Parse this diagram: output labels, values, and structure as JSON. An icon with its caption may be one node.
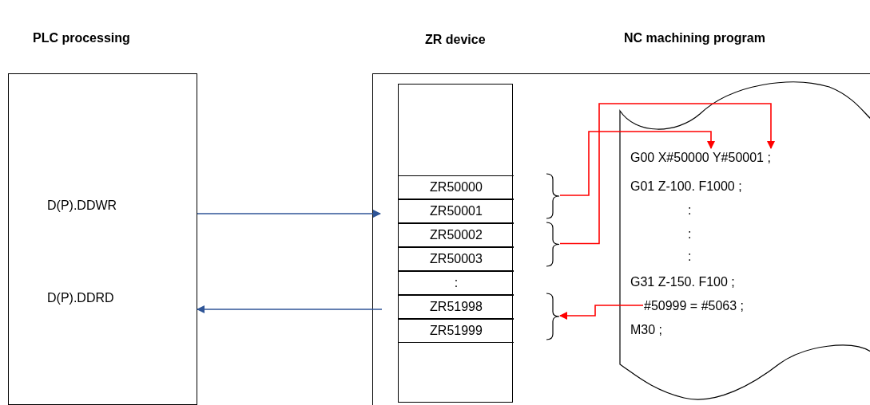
{
  "diagram": {
    "nodes": [
      {
        "text": [
          "PLC processing"
        ]
      },
      {
        "text": [
          "D(P).DDWR"
        ],
        "in": 0
      },
      {
        "text": [
          "D(P).DDRD"
        ],
        "in": 0
      },
      {
        "text": [],
        "shape": "box"
      },
      {
        "text": [
          "ZR device"
        ],
        "in": 3
      },
      {
        "text": [
          "ZR50000"
        ],
        "in": 4
      },
      {
        "text": [
          "ZR50001"
        ],
        "in": 4
      },
      {
        "text": [
          "ZR50002"
        ],
        "in": 4
      },
      {
        "text": [
          "ZR50003"
        ],
        "in": 4
      },
      {
        "text": [
          ":"
        ],
        "in": 4
      },
      {
        "text": [
          "ZR51998"
        ],
        "in": 4
      },
      {
        "text": [
          "ZR51999"
        ],
        "in": 4
      },
      {
        "text": [],
        "shape": "brace",
        "in": 3
      },
      {
        "text": [],
        "shape": "brace",
        "in": 3
      },
      {
        "text": [],
        "shape": "brace",
        "in": 3
      },
      {
        "text": [
          "NC machining program"
        ],
        "in": 3
      },
      {
        "text": [
          "G00 X#50000 Y#50001 ;"
        ],
        "in": 15
      },
      {
        "text": [
          "G01 Z-100. F1000 ;"
        ],
        "in": 15
      },
      {
        "text": [
          ":"
        ],
        "in": 15
      },
      {
        "text": [
          ":"
        ],
        "in": 15
      },
      {
        "text": [
          ":"
        ],
        "in": 15
      },
      {
        "text": [
          "G31 Z-150. F100 ;"
        ],
        "in": 15
      },
      {
        "text": [
          "#50999 = #5063 ;"
        ],
        "in": 15
      },
      {
        "text": [
          "M30 ;"
        ],
        "in": 15
      }
    ],
    "edges": [
      {
        "from": 0,
        "to": 3,
        "arrow": "to",
        "color": "#2f5597"
      },
      {
        "from": 3,
        "to": 0,
        "arrow": "to",
        "color": "#2f5597"
      },
      {
        "from": 12,
        "to": 16,
        "arrow": "to",
        "color": "#ff0000"
      },
      {
        "from": 13,
        "to": 16,
        "arrow": "to",
        "color": "#ff0000"
      },
      {
        "from": 22,
        "to": 14,
        "arrow": "to",
        "color": "#ff0000"
      }
    ]
  }
}
